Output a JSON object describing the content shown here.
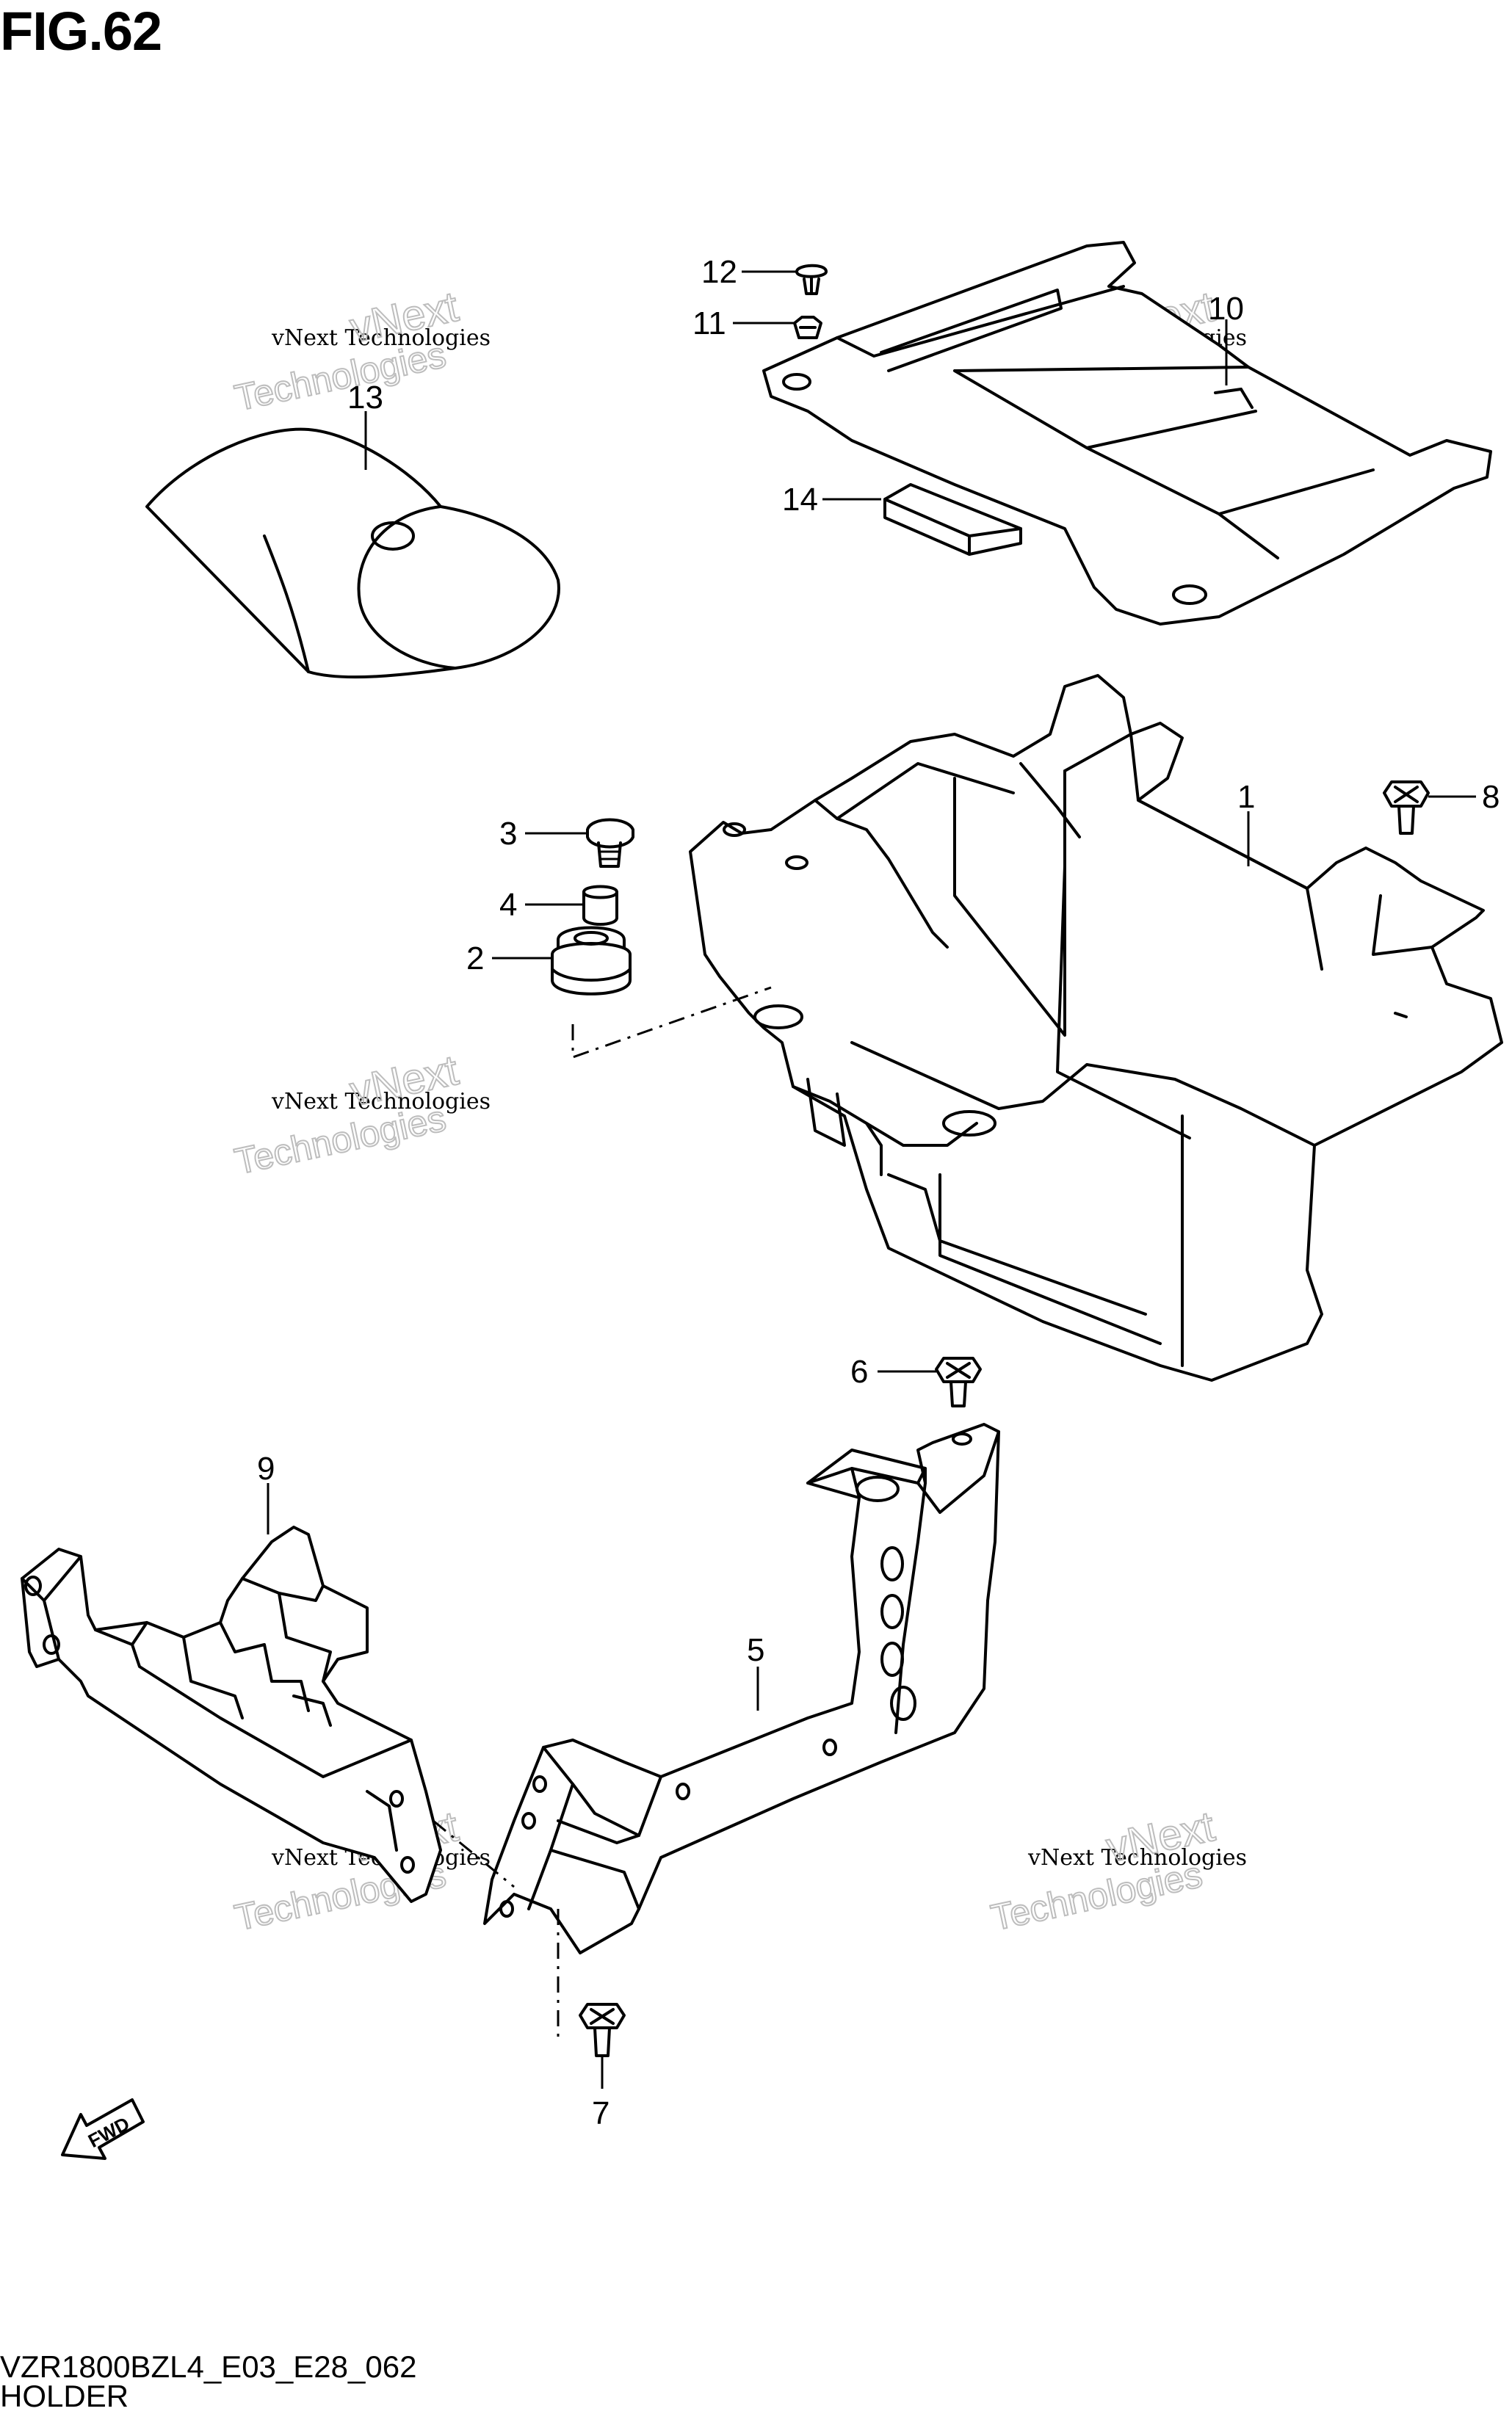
{
  "figure": {
    "title": "FIG.62"
  },
  "footer": {
    "code": "VZR1800BZL4_E03_E28_062",
    "name": "HOLDER"
  },
  "callouts": [
    "1",
    "2",
    "3",
    "4",
    "5",
    "6",
    "7",
    "8",
    "9",
    "10",
    "11",
    "12",
    "13",
    "14"
  ],
  "watermark": {
    "line1": "vNext Technologies",
    "line2a": "vNext",
    "line2b": "Technologies"
  },
  "fwd_badge": "FWD"
}
